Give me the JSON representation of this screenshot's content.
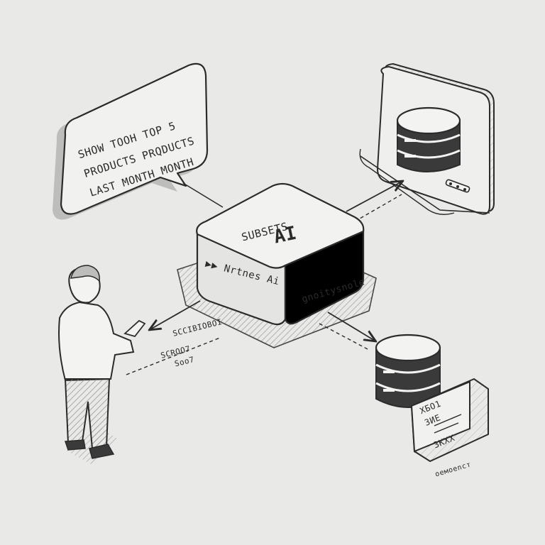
{
  "speech_bubble": {
    "lines": [
      "SHOW TOOH TOP 5",
      "PRODUCTS PRQDUCTS",
      "LAST MONTH MONTH"
    ]
  },
  "ai_box": {
    "title_small": "SUBSETS",
    "title_large": "AI",
    "label_front": "▶▶ Nrtnes Ai",
    "label_side": "gnoitysnole"
  },
  "user_arrow_label": {
    "lines": [
      "SCCIBIOBOI",
      "SCROO7",
      "Soo7"
    ]
  },
  "output_doc": {
    "lines": [
      "ХБО1",
      "ЗИЕ",
      "ЗКХХ"
    ]
  },
  "output_caption": "oeмoencт",
  "colors": {
    "paper": "#e9e9e7",
    "ink": "#2b2b2b",
    "shade": "#9a9a98"
  }
}
